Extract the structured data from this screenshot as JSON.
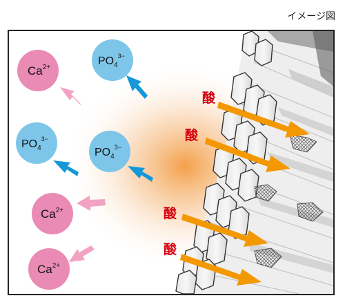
{
  "caption": "イメージ図",
  "ions": {
    "calcium_symbol": "Ca",
    "calcium_charge": "2+",
    "phosphate_symbol": "PO",
    "phosphate_subscript": "4",
    "phosphate_charge": "3−"
  },
  "acid_label": "酸",
  "colors": {
    "calcium": "#e98bb4",
    "phosphate": "#7dc6ea",
    "ion_arrow_pink": "#f2a3c4",
    "ion_arrow_blue": "#1597d8",
    "acid_arrow": "#f39800",
    "acid_text": "#d7000f",
    "glow": "#f5a04b",
    "enamel_rod": "#f2f2f2",
    "enamel_outline": "#333333"
  }
}
